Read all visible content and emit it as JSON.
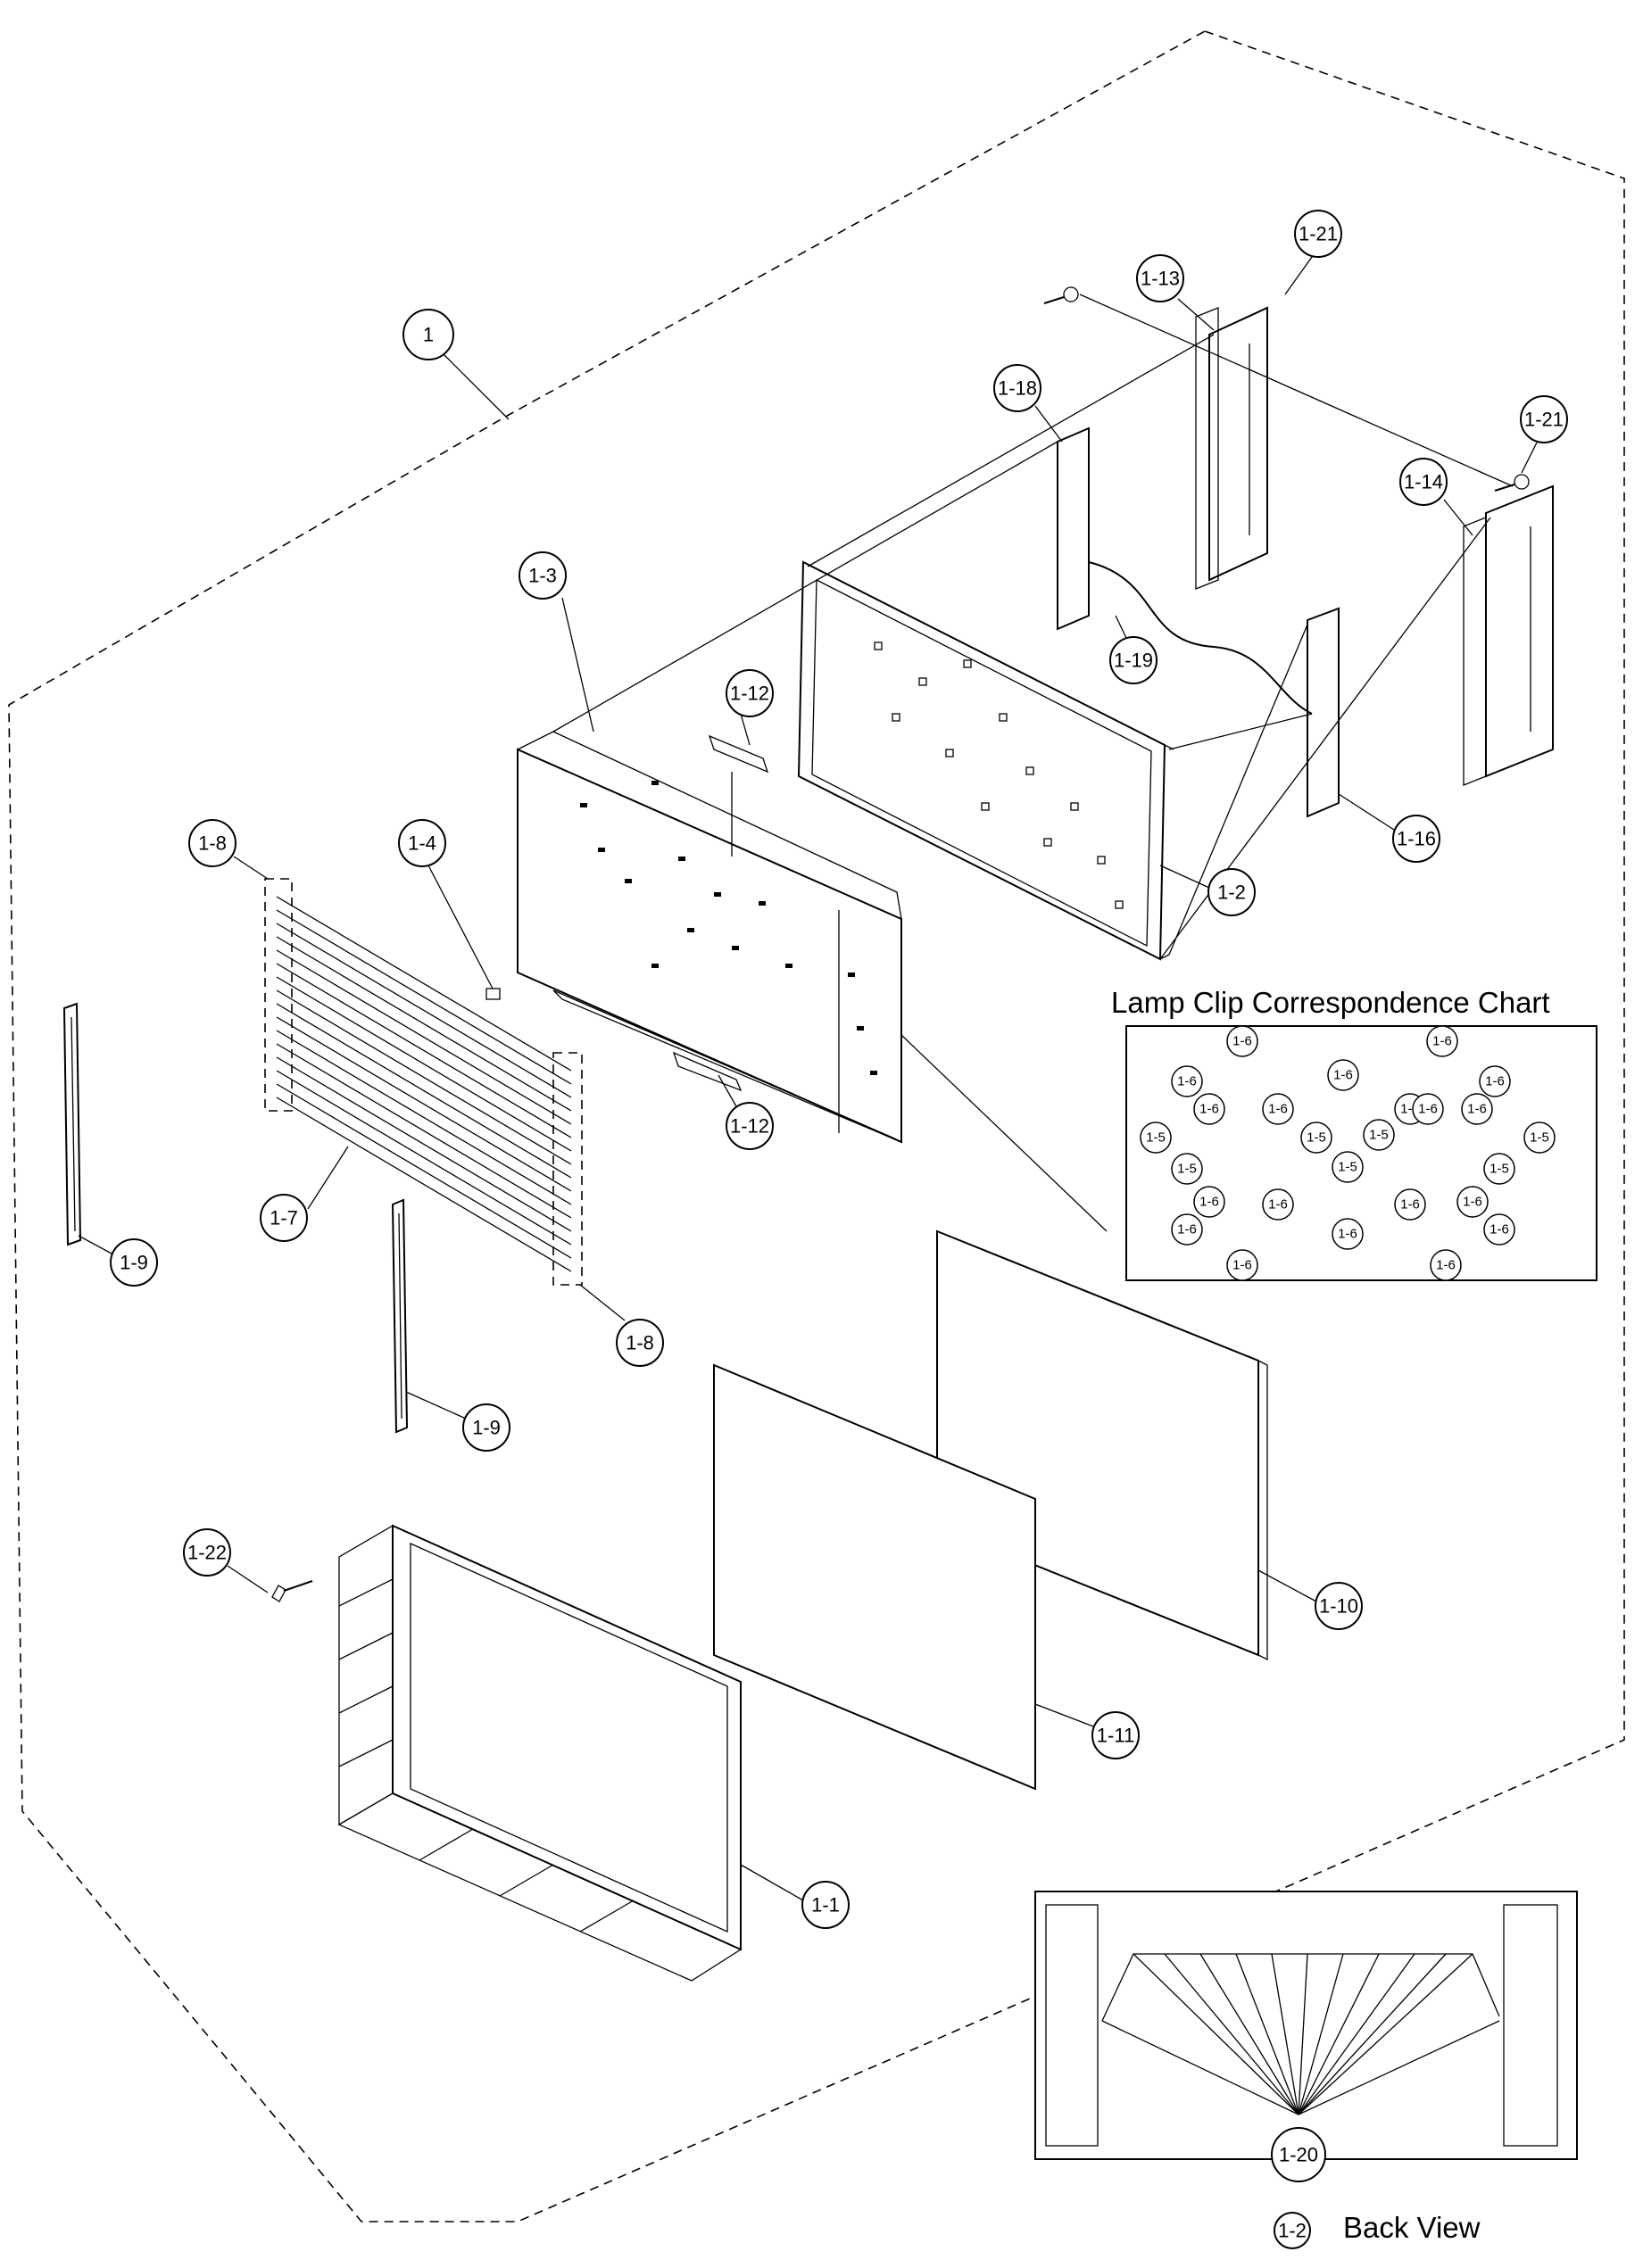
{
  "callouts": {
    "c1": "1",
    "c1_1": "1-1",
    "c1_2": "1-2",
    "c1_3": "1-3",
    "c1_4": "1-4",
    "c1_7": "1-7",
    "c1_8a": "1-8",
    "c1_8b": "1-8",
    "c1_9a": "1-9",
    "c1_9b": "1-9",
    "c1_10": "1-10",
    "c1_11": "1-11",
    "c1_12a": "1-12",
    "c1_12b": "1-12",
    "c1_13": "1-13",
    "c1_14": "1-14",
    "c1_16": "1-16",
    "c1_18": "1-18",
    "c1_19": "1-19",
    "c1_20": "1-20",
    "c1_21a": "1-21",
    "c1_21b": "1-21",
    "c1_22": "1-22"
  },
  "chart": {
    "title": "Lamp Clip Correspondence Chart",
    "clips": [
      "1-6",
      "1-6",
      "1-6",
      "1-6",
      "1-6",
      "1-6",
      "1-6",
      "1-6",
      "1-6",
      "1-5",
      "1-5",
      "1-5",
      "1-5",
      "1-5",
      "1-5",
      "1-5",
      "1-6",
      "1-6",
      "1-6",
      "1-6",
      "1-6",
      "1-6",
      "1-6",
      "1-6",
      "1-6",
      "1-6"
    ]
  },
  "back_view": {
    "ref": "1-2",
    "label": "Back View"
  }
}
